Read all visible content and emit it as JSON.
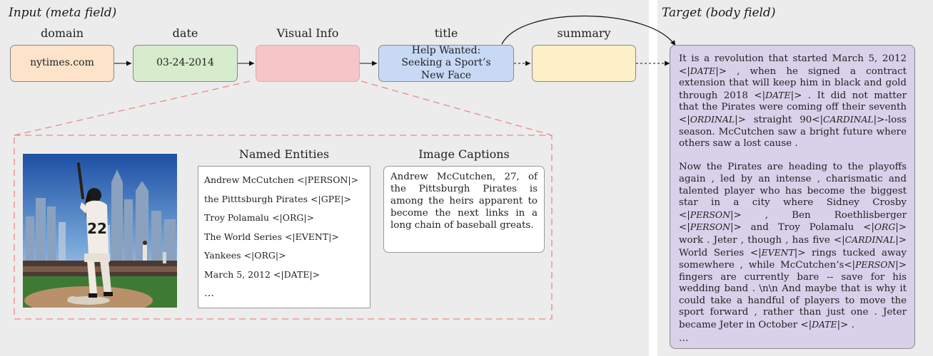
{
  "input_panel": {
    "title": "Input (meta field)",
    "columns": {
      "domain": "domain",
      "date": "date",
      "visual": "Visual Info",
      "title": "title",
      "summary": "summary"
    },
    "boxes": {
      "domain_value": "nytimes.com",
      "date_value": "03-24-2014",
      "title_value": "Help Wanted: Seeking a Sport’s New Face",
      "summary_value": ""
    },
    "colors": {
      "domain_fill": "#fde3c9",
      "date_fill": "#d7ebcd",
      "visual_fill": "#f5c5c8",
      "title_fill": "#c8d9f5",
      "summary_fill": "#fdf0c6",
      "dashed_accent": "#e88a86"
    },
    "named_entities": {
      "title": "Named Entities",
      "items": [
        "Andrew McCutchen <|PERSON|>",
        "the Pitttsburgh Pirates <|GPE|>",
        "Troy Polamalu <|ORG|>",
        "The World Series <|EVENT|>",
        "Yankees <|ORG|>",
        "March 5, 2012 <|DATE|>",
        "…"
      ]
    },
    "image_captions": {
      "title": "Image Captions",
      "text": "Andrew McCutchen, 27, of the Pittsburgh Pirates is among the heirs apparent to become the next links in a long chain of baseball greats."
    },
    "photo": {
      "icon": "baseball-player-photo",
      "jersey_number": "22"
    }
  },
  "target_panel": {
    "title": "Target (body field)",
    "box_fill": "#d9d0ea",
    "paragraph1": [
      {
        "t": "It is a revolution that started March 5, 2012 <|"
      },
      {
        "i": "DATE"
      },
      {
        "t": "|> , when he signed a contract extension that will keep him in black and gold through 2018 <|"
      },
      {
        "i": "DATE"
      },
      {
        "t": "|> . It did not matter that the Pirates were coming off their seventh <|"
      },
      {
        "i": "ORDINAL"
      },
      {
        "t": "|> straight 90<|"
      },
      {
        "i": "CARDINAL"
      },
      {
        "t": "|>-loss season. McCutchen saw a bright future where others saw a lost cause ."
      }
    ],
    "paragraph2": [
      {
        "t": "Now the Pirates are heading to the playoffs again , led by an intense , charismatic and talented player who has become the biggest star in a city where Sidney Crosby <|"
      },
      {
        "i": "PERSON"
      },
      {
        "t": "|> , Ben Roethlisberger <|"
      },
      {
        "i": "PERSON"
      },
      {
        "t": "|> and Troy Polamalu <|"
      },
      {
        "i": "ORG"
      },
      {
        "t": "|> work . Jeter , though , has five <|"
      },
      {
        "i": "CARDINAL"
      },
      {
        "t": "|> World Series <|"
      },
      {
        "i": "EVENT"
      },
      {
        "t": "|> rings tucked away somewhere , while McCutchen’s<|"
      },
      {
        "i": "PERSON"
      },
      {
        "t": "|> fingers are currently bare -- save for his wedding band . \\n\\n And maybe that is why it could take a handful of players to move the sport forward , rather than just one . Jeter became Jeter in October <|"
      },
      {
        "i": "DATE"
      },
      {
        "t": "|> ."
      }
    ],
    "ellipsis": "…"
  }
}
